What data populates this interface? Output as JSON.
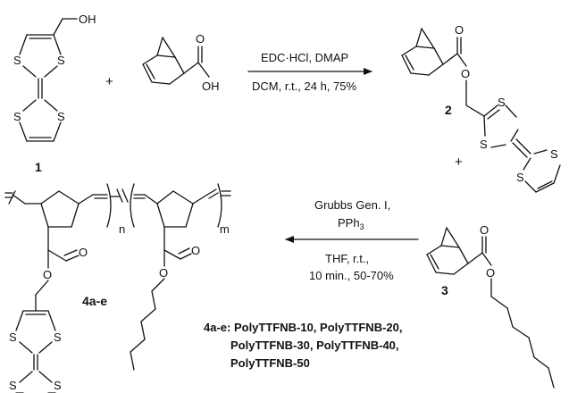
{
  "reagents_top": {
    "above": "EDC·HCl, DMAP",
    "below": "DCM, r.t., 24 h, 75%"
  },
  "reagents_bottom": {
    "above_line1": "Grubbs Gen. I,",
    "above_line2_main": "PPh",
    "above_line2_sub": "3",
    "below_line1": "THF, r.t.,",
    "below_line2": "10 min., 50-70%"
  },
  "compound_labels": {
    "c1": "1",
    "c2": "2",
    "c3": "3",
    "c4": "4a-e"
  },
  "plus": "+",
  "atoms": {
    "S": "S",
    "O": "O",
    "OH": "OH",
    "n": "n",
    "m": "m"
  },
  "products": {
    "line1": "4a-e: PolyTTFNB-10, PolyTTFNB-20,",
    "line2": "PolyTTFNB-30, PolyTTFNB-40,",
    "line3": "PolyTTFNB-50"
  }
}
